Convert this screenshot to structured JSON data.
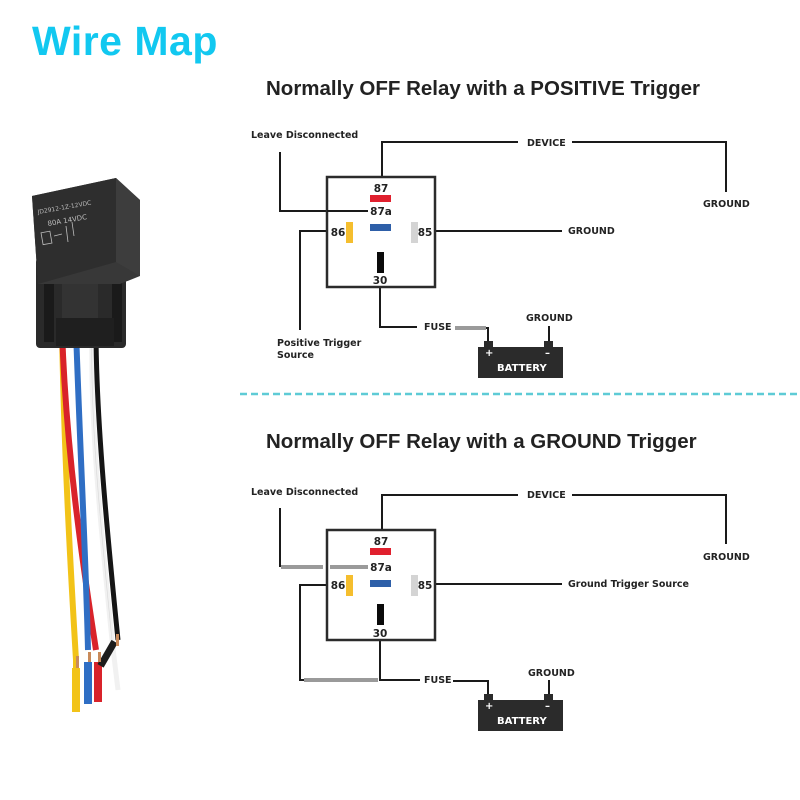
{
  "page": {
    "title": "Wire Map",
    "accent_color": "#12c8f0",
    "separator_color": "#5ecbd6"
  },
  "product_photo": {
    "label_line1": "JD2912-1Z-12VDC",
    "label_line2": "80A  14VDC",
    "wire_colors": [
      "#d9232a",
      "#2f6ec4",
      "#ffffff",
      "#151515",
      "#f2c318"
    ]
  },
  "diagrams": [
    {
      "title": "Normally OFF Relay with a POSITIVE Trigger",
      "labels": {
        "leave_disconnected": "Leave Disconnected",
        "device": "DEVICE",
        "device_ground": "GROUND",
        "pin85_target": "GROUND",
        "trigger_line1": "Positive Trigger",
        "trigger_line2": "Source",
        "fuse": "FUSE",
        "battery_ground": "GROUND",
        "battery": "BATTERY",
        "plus": "+",
        "minus": "–"
      },
      "pins": {
        "p87": "87",
        "p87a": "87a",
        "p86": "86",
        "p85": "85",
        "p30": "30"
      }
    },
    {
      "title": "Normally OFF Relay with a GROUND Trigger",
      "labels": {
        "leave_disconnected": "Leave Disconnected",
        "device": "DEVICE",
        "device_ground": "GROUND",
        "pin85_target": "Ground Trigger Source",
        "fuse": "FUSE",
        "battery_ground": "GROUND",
        "battery": "BATTERY",
        "plus": "+",
        "minus": "–"
      },
      "pins": {
        "p87": "87",
        "p87a": "87a",
        "p86": "86",
        "p85": "85",
        "p30": "30"
      }
    }
  ],
  "pin_colors": {
    "p87": "#e0202e",
    "p87a": "#2e5fa8",
    "p86": "#f5be2e",
    "p85": "#d4d4d4",
    "p30": "#0a0a0a"
  }
}
